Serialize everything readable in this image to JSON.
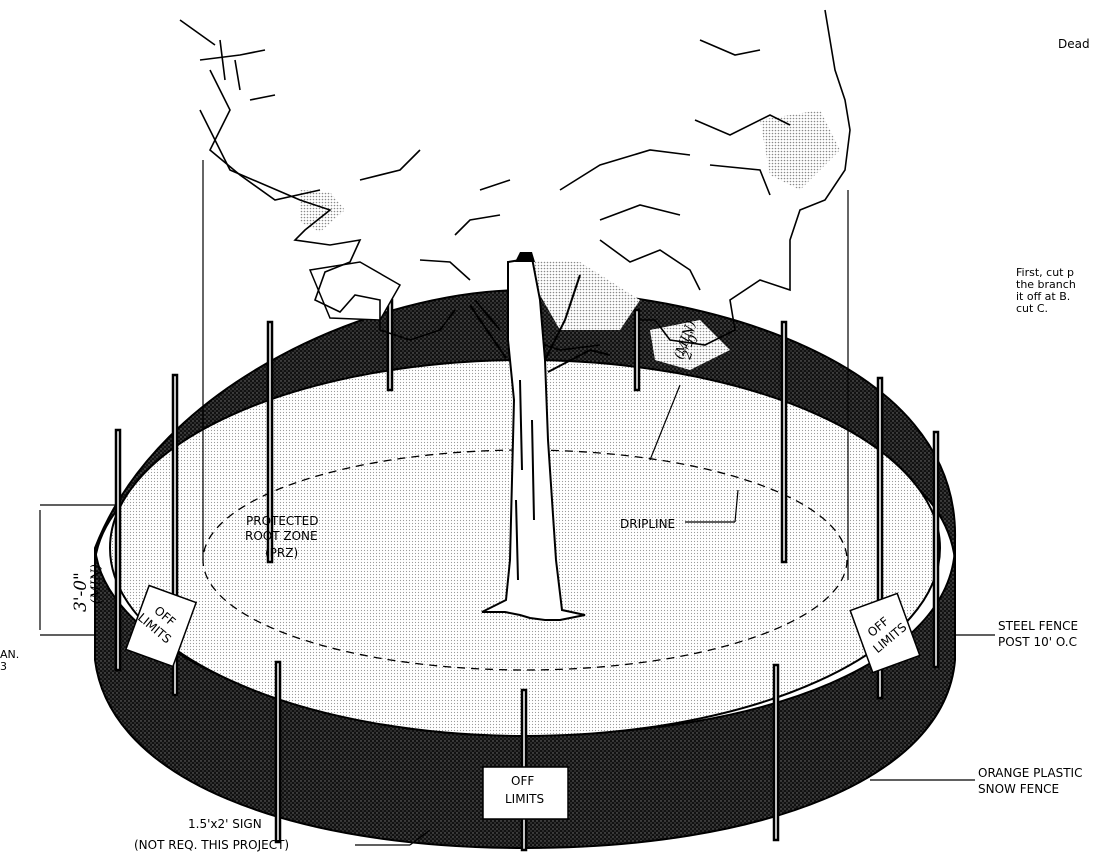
{
  "labels": {
    "dead": "Dead",
    "cut_note": [
      "First, cut p",
      "the branch",
      "it off at B.",
      "cut C."
    ],
    "prz": [
      "PROTECTED",
      "ROOT ZONE",
      "(PRZ)"
    ],
    "dripline": "DRIPLINE",
    "offset_dim": "2'-0\"",
    "offset_min": "(MIN)",
    "height_dim": "3'-0\"",
    "height_min": "(MIN)",
    "left_note": [
      "AN.",
      "3"
    ],
    "steel_post": [
      "STEEL FENCE",
      "POST 10' O.C"
    ],
    "orange_fence": [
      "ORANGE PLASTIC",
      "SNOW  FENCE"
    ],
    "sign_note": [
      "1.5'x2' SIGN",
      "(NOT REQ. THIS PROJECT)"
    ]
  },
  "signs": {
    "left": [
      "OFF",
      "LIMITS"
    ],
    "center": [
      "OFF",
      "LIMITS"
    ],
    "right": [
      "OFF",
      "LIMITS"
    ]
  },
  "colors": {
    "ink": "#000000",
    "paper": "#ffffff",
    "ground": "#e6e6e6",
    "fence_mesh": "#1a1a1a",
    "canopy_shade": "#cfcfcf"
  }
}
